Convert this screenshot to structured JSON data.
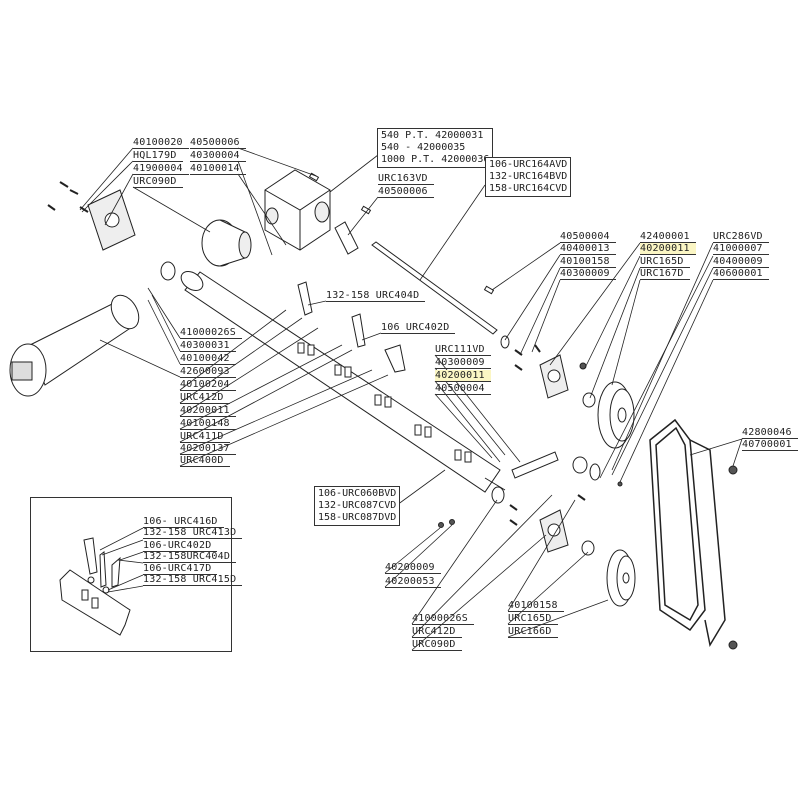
{
  "top_left": {
    "col1": [
      "40100020",
      "HQL179D",
      "41900004",
      "URC090D"
    ],
    "col2": [
      "40500006",
      "40300004",
      "40100014"
    ]
  },
  "gearbox_box": [
    "540  P.T. 42000031",
    "540    - 42000035",
    "1000 P.T. 42000036"
  ],
  "gearbox_mid": [
    "URC163VD",
    "40500006"
  ],
  "shaft_box": [
    "106-URC164AVD",
    "132-URC164BVD",
    "158-URC164CVD"
  ],
  "right_top": {
    "col1": [
      "40500004",
      "40400013",
      "40100158",
      "40300009"
    ],
    "col2": [
      "42400001",
      "40200011",
      "URC165D",
      "URC167D"
    ],
    "col3": [
      "URC286VD",
      "41000007",
      "40400009",
      "40600001"
    ]
  },
  "flail_labels": [
    "132-158 URC404D",
    "106 URC402D"
  ],
  "left_column": [
    "41000026S",
    "40300031",
    "40100042",
    "42600093",
    "40100204",
    "URC412D",
    "40200011",
    "40100148",
    "URC411D",
    "40200137",
    "URC400D"
  ],
  "mid_column": [
    "URC111VD",
    "40300009",
    "40200011",
    "40500004"
  ],
  "rotor_box": [
    "106-URC060BVD",
    "132-URC087CVD",
    "158-URC087DVD"
  ],
  "belt_labels": [
    "42800046",
    "40700001"
  ],
  "washer_labels": [
    "40200009",
    "40200053"
  ],
  "bottom_mid": [
    "41000026S",
    "URC412D",
    "URC090D"
  ],
  "bottom_right": [
    "40100158",
    "URC165D",
    "URC166D"
  ],
  "inset": [
    "106- URC416D",
    "132-158 URC413D",
    "106-URC402D",
    "132-158URC404D",
    "106-URC417D",
    "132-158 URC415D"
  ]
}
